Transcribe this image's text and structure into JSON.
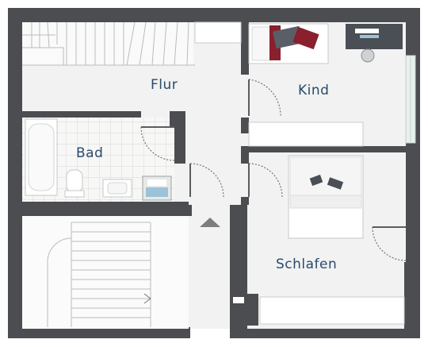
{
  "plan": {
    "rooms": [
      {
        "id": "flur",
        "label": "Flur"
      },
      {
        "id": "kind",
        "label": "Kind"
      },
      {
        "id": "bad",
        "label": "Bad"
      },
      {
        "id": "schlafen",
        "label": "Schlafen"
      }
    ],
    "colors": {
      "wall": "#4b4d50",
      "floor": "#f1f2f1",
      "label": "#2a4a6e",
      "tile_grid": "#d6d8d8",
      "pillow_accent": "#8a1f2e",
      "pillow_dark": "#4a4e55",
      "window": "#dfe8e6"
    },
    "icons": [
      "stair-up-arrow-icon",
      "entrance-arrow-icon"
    ]
  }
}
